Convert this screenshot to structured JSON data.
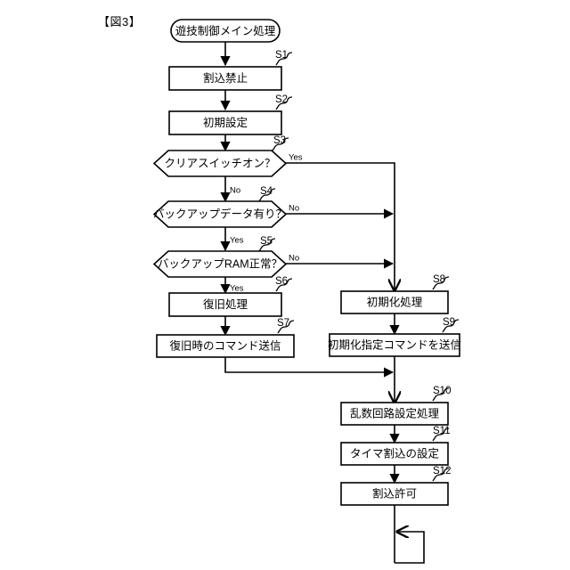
{
  "figure": {
    "title": "【図3】"
  },
  "flowchart": {
    "type": "flowchart",
    "start": {
      "id": "start",
      "shape": "stadium",
      "label": "遊技制御メイン処理"
    },
    "nodes": [
      {
        "id": "S1",
        "step": "S1",
        "shape": "process",
        "label": "割込禁止",
        "column": "left"
      },
      {
        "id": "S2",
        "step": "S2",
        "shape": "process",
        "label": "初期設定",
        "column": "left"
      },
      {
        "id": "S3",
        "step": "S3",
        "shape": "decision",
        "label": "クリアスイッチオン？",
        "column": "left"
      },
      {
        "id": "S4",
        "step": "S4",
        "shape": "decision",
        "label": "バックアップデータ有り？",
        "column": "left"
      },
      {
        "id": "S5",
        "step": "S5",
        "shape": "decision",
        "label": "バックアップRAM正常？",
        "column": "left"
      },
      {
        "id": "S6",
        "step": "S6",
        "shape": "process",
        "label": "復旧処理",
        "column": "left"
      },
      {
        "id": "S7",
        "step": "S7",
        "shape": "process",
        "label": "復旧時のコマンド送信",
        "column": "left"
      },
      {
        "id": "S8",
        "step": "S8",
        "shape": "process",
        "label": "初期化処理",
        "column": "right"
      },
      {
        "id": "S9",
        "step": "S9",
        "shape": "process",
        "label": "初期化指定コマンドを送信",
        "column": "right"
      },
      {
        "id": "S10",
        "step": "S10",
        "shape": "process",
        "label": "乱数回路設定処理",
        "column": "right"
      },
      {
        "id": "S11",
        "step": "S11",
        "shape": "process",
        "label": "タイマ割込の設定",
        "column": "right"
      },
      {
        "id": "S12",
        "step": "S12",
        "shape": "process",
        "label": "割込許可",
        "column": "right"
      }
    ],
    "branch_labels": {
      "s3_yes": "Yes",
      "s3_no": "No",
      "s4_no": "No",
      "s4_yes": "Yes",
      "s5_no": "No",
      "s5_yes": "Yes"
    },
    "edges": [
      {
        "from": "start",
        "to": "S1",
        "label": ""
      },
      {
        "from": "S1",
        "to": "S2",
        "label": ""
      },
      {
        "from": "S2",
        "to": "S3",
        "label": ""
      },
      {
        "from": "S3",
        "to": "S4",
        "label": "No"
      },
      {
        "from": "S3",
        "to": "S8",
        "label": "Yes"
      },
      {
        "from": "S4",
        "to": "S5",
        "label": "Yes"
      },
      {
        "from": "S4",
        "to": "S8",
        "label": "No"
      },
      {
        "from": "S5",
        "to": "S6",
        "label": "Yes"
      },
      {
        "from": "S5",
        "to": "S8",
        "label": "No"
      },
      {
        "from": "S6",
        "to": "S7",
        "label": ""
      },
      {
        "from": "S7",
        "to": "S10",
        "label": ""
      },
      {
        "from": "S8",
        "to": "S9",
        "label": ""
      },
      {
        "from": "S9",
        "to": "S10",
        "label": ""
      },
      {
        "from": "S10",
        "to": "S11",
        "label": ""
      },
      {
        "from": "S11",
        "to": "S12",
        "label": ""
      },
      {
        "from": "S12",
        "to": "loop",
        "label": ""
      }
    ],
    "loop": {
      "description": "infinite-loop-back-arrow"
    }
  },
  "colors": {
    "stroke": "#000000",
    "background": "#ffffff",
    "text": "#000000"
  }
}
